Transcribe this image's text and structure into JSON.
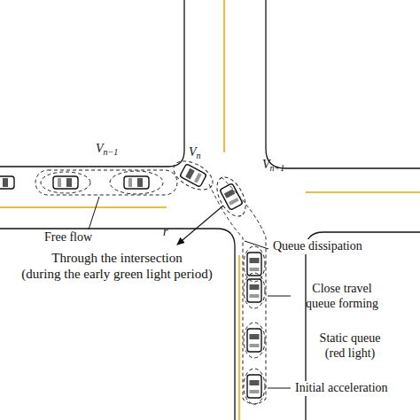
{
  "diagram": {
    "labels": [
      "Vn−1",
      "Vn",
      "Vn+1",
      "Free flow",
      "Queue dissipation",
      "r",
      "Through the intersection (during the early green light period)",
      "Close travel queue forming",
      "Static queue (red light)",
      "Initial acceleration"
    ]
  }
}
